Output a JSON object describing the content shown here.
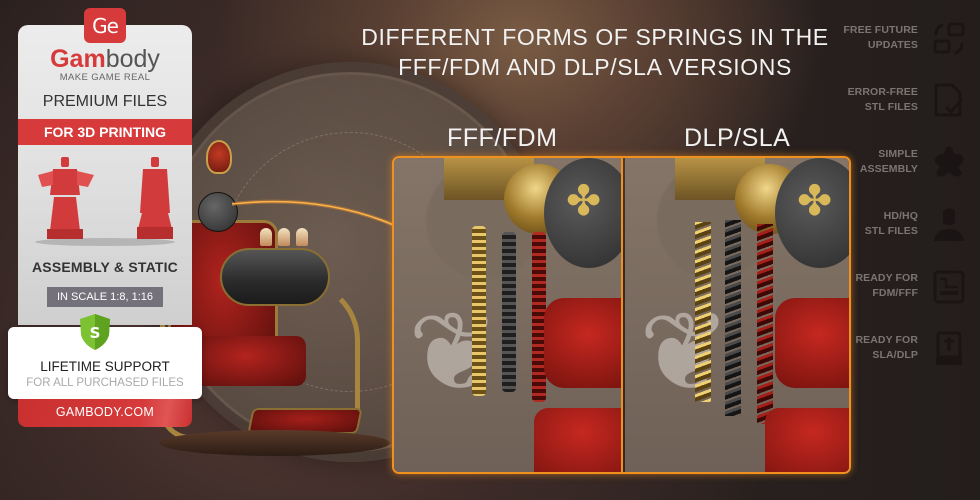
{
  "headline": {
    "line1": "DIFFERENT FORMS OF SPRINGS IN THE",
    "line2": "FFF/FDM AND DLP/SLA VERSIONS"
  },
  "comparison": {
    "left_label": "FFF/FDM",
    "right_label": "DLP/SLA",
    "left_spring_style": "straight",
    "right_spring_style": "coiled",
    "accent_color": "#f0901e"
  },
  "promo_card": {
    "logo_badge": "Ge",
    "brand_prefix": "Gam",
    "brand_suffix": "body",
    "tagline": "MAKE GAME REAL",
    "premium": "PREMIUM FILES",
    "banner": "FOR 3D PRINTING",
    "figures_caption": "ASSEMBLY & STATIC",
    "scale": "IN SCALE 1:8, 1:16",
    "shield_letter": "S",
    "support_title": "LIFETIME SUPPORT",
    "support_subtitle": "FOR ALL PURCHASED FILES",
    "site": "GAMBODY.COM",
    "brand_color": "#d63a3a",
    "shield_color": "#6cb52d"
  },
  "features": [
    {
      "line1": "FREE FUTURE",
      "line2": "UPDATES",
      "icon": "refresh-squares-icon"
    },
    {
      "line1": "ERROR-FREE",
      "line2": "STL FILES",
      "icon": "file-check-icon"
    },
    {
      "line1": "SIMPLE",
      "line2": "ASSEMBLY",
      "icon": "puzzle-icon"
    },
    {
      "line1": "HD/HQ",
      "line2": "STL FILES",
      "icon": "bust-icon"
    },
    {
      "line1": "READY FOR",
      "line2": "FDM/FFF",
      "icon": "fdm-printer-icon"
    },
    {
      "line1": "READY FOR",
      "line2": "SLA/DLP",
      "icon": "sla-printer-icon"
    }
  ]
}
